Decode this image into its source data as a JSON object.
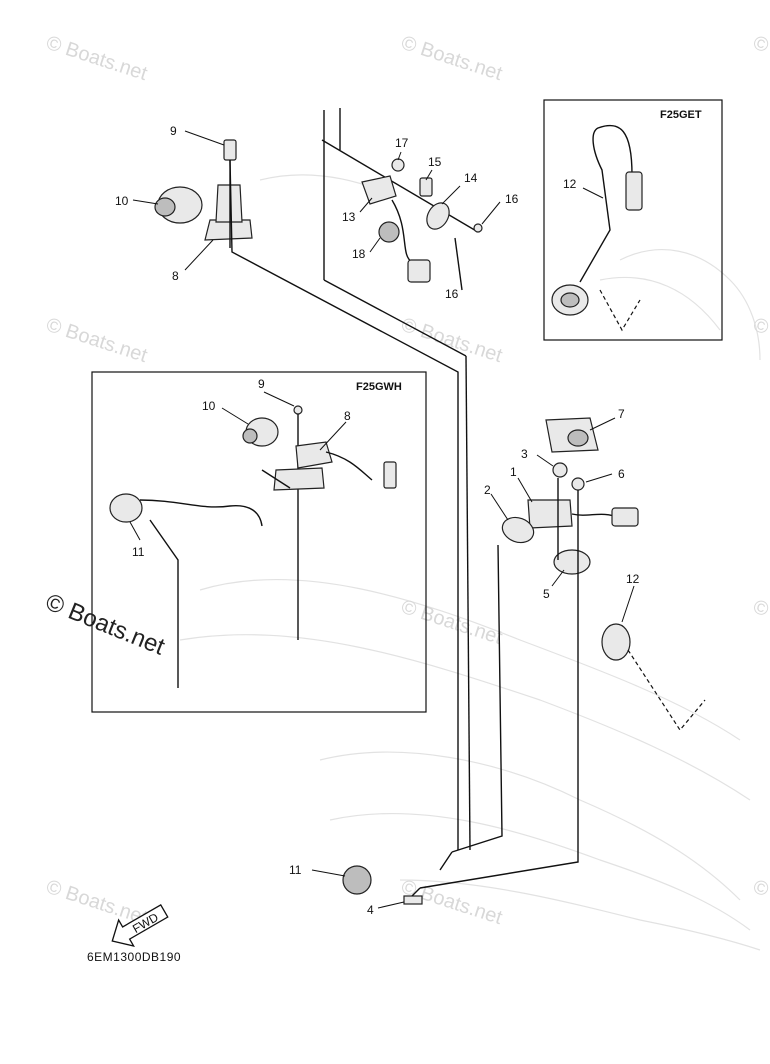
{
  "watermark": {
    "text": "© Boats.net",
    "prominent_text": "© Boats.net"
  },
  "boxes": {
    "f25get_title": "F25GET",
    "f25gwh_title": "F25GWH"
  },
  "callouts": {
    "main_9": "9",
    "main_10": "10",
    "main_8": "8",
    "main_17": "17",
    "main_15": "15",
    "main_14": "14",
    "main_13": "13",
    "main_16a": "16",
    "main_18": "18",
    "main_16b": "16",
    "get_12": "12",
    "gwh_9": "9",
    "gwh_10": "10",
    "gwh_8": "8",
    "gwh_11": "11",
    "r_7": "7",
    "r_3": "3",
    "r_6": "6",
    "r_1": "1",
    "r_2": "2",
    "r_5": "5",
    "r_12": "12",
    "b_11": "11",
    "b_4": "4"
  },
  "fwd_label": "FWD",
  "diagram_code": "6EM1300DB190"
}
